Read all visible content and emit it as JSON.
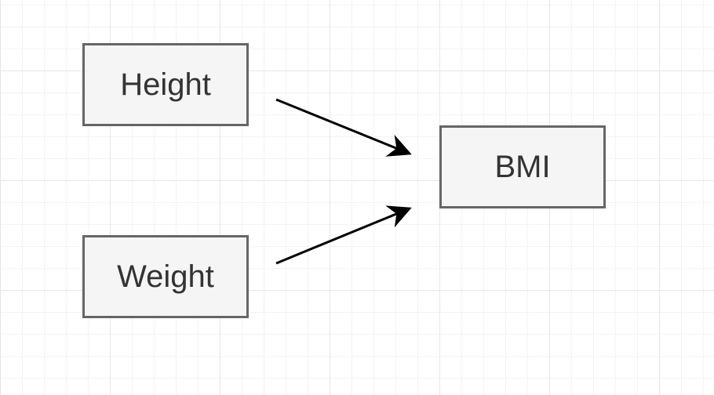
{
  "diagram": {
    "nodes": [
      {
        "id": "height",
        "label": "Height"
      },
      {
        "id": "weight",
        "label": "Weight"
      },
      {
        "id": "bmi",
        "label": "BMI"
      }
    ],
    "edges": [
      {
        "from": "height",
        "to": "bmi"
      },
      {
        "from": "weight",
        "to": "bmi"
      }
    ],
    "colors": {
      "node_fill": "#f5f5f5",
      "node_stroke": "#666666",
      "text": "#333333",
      "edge": "#000000"
    }
  }
}
